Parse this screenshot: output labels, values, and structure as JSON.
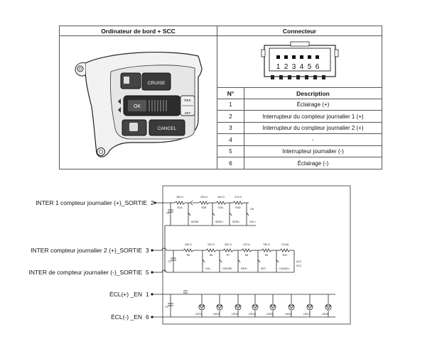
{
  "table": {
    "left_header": "Ordinateur de bord + SCC",
    "right_header": "Connecteur",
    "col_num": "N°",
    "col_desc": "Description",
    "rows": [
      {
        "n": "1",
        "d": "Éclairage (+)"
      },
      {
        "n": "2",
        "d": "Interrupteur du compteur journalier 1 (+)"
      },
      {
        "n": "3",
        "d": "Interrupteur du compteur journalier 2 (+)"
      },
      {
        "n": "4",
        "d": "-"
      },
      {
        "n": "5",
        "d": "Interrupteur journalier (-)"
      },
      {
        "n": "6",
        "d": "Éclairage (-)"
      }
    ]
  },
  "switch_labels": {
    "cruise": "CRUISE",
    "ok": "OK",
    "cancel": "CANCEL",
    "res": "RES",
    "set": "SET"
  },
  "connector_pins": [
    "1",
    "2",
    "3",
    "4",
    "5",
    "6"
  ],
  "schematic": {
    "inputs": [
      {
        "label": "INTER 1 compteur journalier (+)_SORTIE",
        "pin": "2"
      },
      {
        "label": "INTER compteur journalier 2 (+)_SORTIE",
        "pin": "3"
      },
      {
        "label": "INTER de compteur journalier (-)_SORTIE",
        "pin": "5"
      },
      {
        "label": "ÉCL(+) _EN",
        "pin": "1"
      },
      {
        "label": "ÉCL(-) _EN",
        "pin": "6"
      }
    ],
    "row1_resistors": [
      "390 Ω",
      "220 Ω",
      "300 Ω",
      "470 Ω"
    ],
    "row1_resistor_ids": [
      "R1A",
      "R2B",
      "R3C",
      "R4D"
    ],
    "row2_resistors": [
      "390 Ω",
      "220 Ω",
      "300 Ω",
      "470 Ω",
      "750 Ω",
      "3,5 kΩ"
    ],
    "row2_resistor_ids": [
      "R5",
      "R6",
      "R7",
      "R8",
      "R9",
      "R10"
    ],
    "cap_ids": [
      "C1",
      "C2",
      "C3"
    ],
    "led_ids": [
      "LED1",
      "LED2",
      "LED3",
      "LED4",
      "LED5",
      "LED6",
      "LED7",
      "LED8"
    ],
    "tiny_notes": [
      "MODE",
      "SEEK+",
      "SEEK-",
      "VOL+",
      "VOL-",
      "CRUISE",
      "RES+",
      "SET-",
      "CANCEL",
      "OK",
      "ACC",
      "SCC"
    ]
  }
}
